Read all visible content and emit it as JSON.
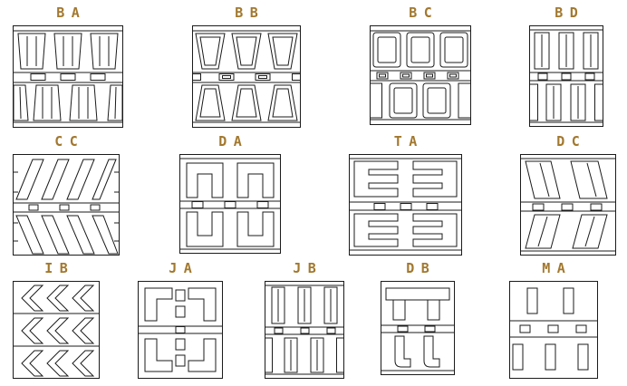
{
  "theme": {
    "label_color": "#a2782e",
    "line_color": "#1b1b1b",
    "background": "#ffffff"
  },
  "figure": {
    "description_type": "tread-pattern-catalog",
    "rows": [
      {
        "items": [
          {
            "code": "BA"
          },
          {
            "code": "BB"
          },
          {
            "code": "BC"
          },
          {
            "code": "BD"
          }
        ]
      },
      {
        "items": [
          {
            "code": "CC"
          },
          {
            "code": "DA"
          },
          {
            "code": "TA"
          },
          {
            "code": "DC"
          }
        ]
      },
      {
        "items": [
          {
            "code": "IB"
          },
          {
            "code": "JA"
          },
          {
            "code": "JB"
          },
          {
            "code": "DB"
          },
          {
            "code": "MA"
          }
        ]
      }
    ]
  }
}
